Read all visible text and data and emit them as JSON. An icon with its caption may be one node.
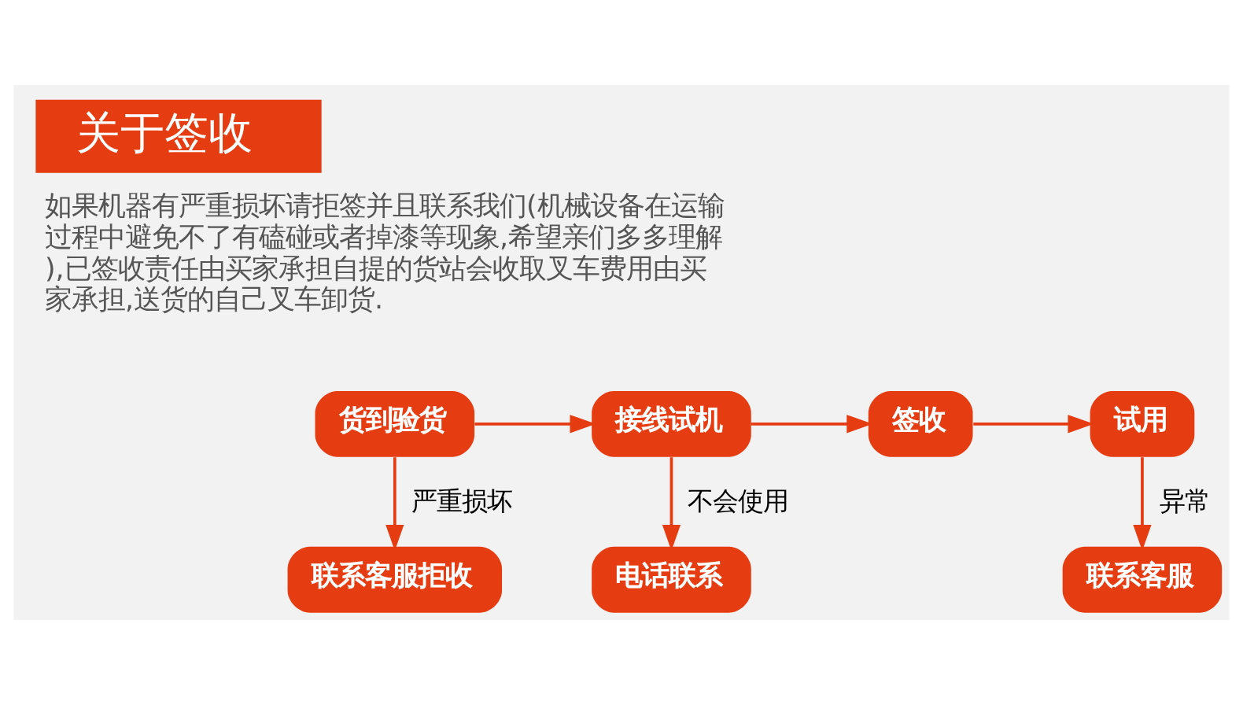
{
  "diagram": {
    "title": "关于签收",
    "nodes": [
      {
        "text": [
          "货到验货"
        ]
      },
      {
        "text": [
          "接线试机"
        ]
      },
      {
        "text": [
          "签收"
        ]
      },
      {
        "text": [
          "试用"
        ]
      },
      {
        "text": [
          "联系客服拒收"
        ]
      },
      {
        "text": [
          "电话联系"
        ]
      },
      {
        "text": [
          "联系客服"
        ]
      }
    ],
    "edges": [
      {
        "from": 0,
        "to": 1,
        "arrow": "to"
      },
      {
        "from": 1,
        "to": 2,
        "arrow": "to"
      },
      {
        "from": 2,
        "to": 3,
        "arrow": "to"
      },
      {
        "from": 0,
        "to": 4,
        "arrow": "to",
        "label": "严重损坏"
      },
      {
        "from": 1,
        "to": 5,
        "arrow": "to",
        "label": "不会使用"
      },
      {
        "from": 3,
        "to": 6,
        "arrow": "to",
        "label": "异常"
      }
    ],
    "labels": [
      "如果机器有严重损坏请拒签并且联系我们(机械设备在运输过程中避免不了有磕碰或者掉漆等现象,希望亲们多多理解),已签收责任由买家承担自提的货站会收取叉车费用由买家承担,送货的自己叉车卸货."
    ]
  }
}
